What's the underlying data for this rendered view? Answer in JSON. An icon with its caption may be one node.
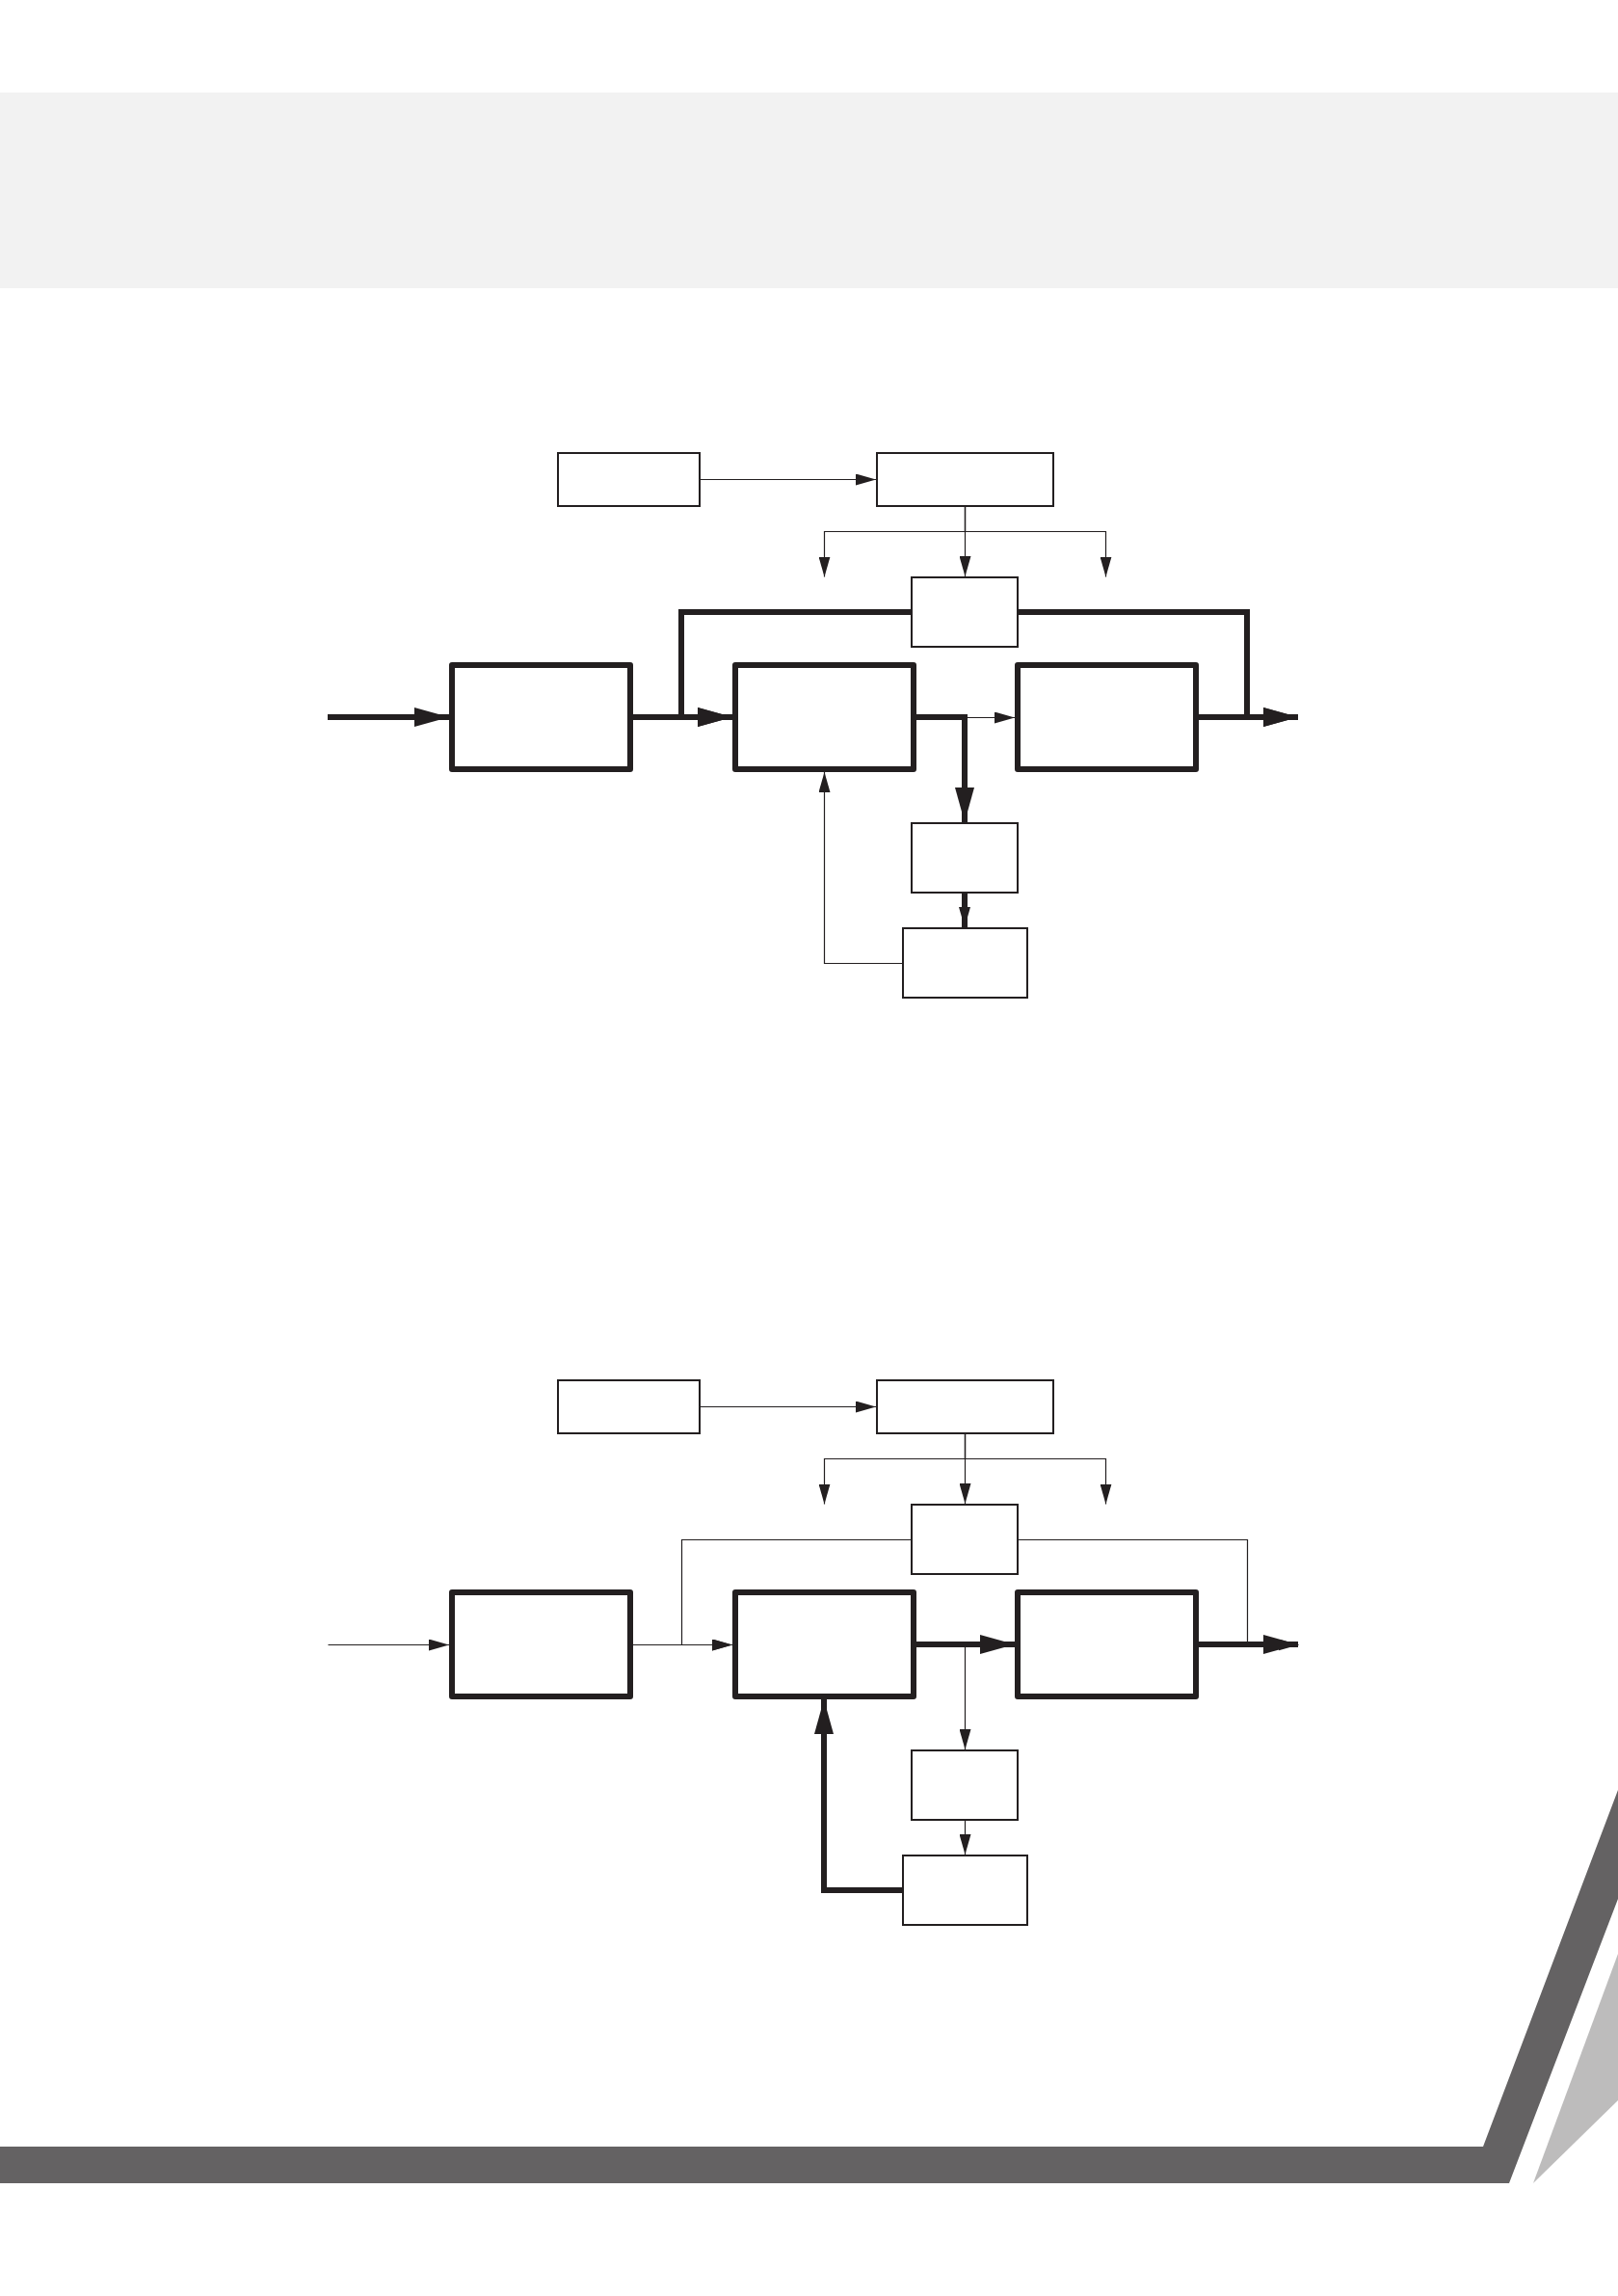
{
  "diagram": {
    "nodes": [
      {
        "text": [],
        "shape": "box"
      },
      {
        "text": [],
        "shape": "box"
      },
      {
        "text": [],
        "shape": "box"
      },
      {
        "text": [],
        "shape": "box"
      },
      {
        "text": [],
        "shape": "box"
      },
      {
        "text": [],
        "shape": "box"
      },
      {
        "text": [],
        "shape": "box"
      },
      {
        "text": [],
        "shape": "box"
      },
      {
        "text": [],
        "shape": "box"
      },
      {
        "text": [],
        "shape": "box"
      },
      {
        "text": [],
        "shape": "box"
      },
      {
        "text": [],
        "shape": "box"
      },
      {
        "text": [],
        "shape": "box"
      },
      {
        "text": [],
        "shape": "box"
      },
      {
        "text": [],
        "shape": "box"
      },
      {
        "text": [],
        "shape": "box"
      }
    ],
    "edges": [
      {
        "from": 0,
        "to": 1,
        "arrow": "to"
      },
      {
        "from": 1,
        "to": null,
        "arrow": "to"
      },
      {
        "from": 1,
        "to": 2,
        "arrow": "to"
      },
      {
        "from": 1,
        "to": null,
        "arrow": "to"
      },
      {
        "from": null,
        "to": 3,
        "arrow": "to",
        "style": "thick"
      },
      {
        "from": 3,
        "to": 4,
        "arrow": "to",
        "style": "thick"
      },
      {
        "from": 2,
        "to": 4,
        "arrow": "to",
        "style": "thick"
      },
      {
        "from": 2,
        "to": null,
        "arrow": "to",
        "style": "thick"
      },
      {
        "from": 4,
        "to": 5,
        "arrow": "to"
      },
      {
        "from": 4,
        "to": 6,
        "arrow": "to",
        "style": "thick"
      },
      {
        "from": 5,
        "to": null,
        "arrow": "to",
        "style": "thick"
      },
      {
        "from": 6,
        "to": 7,
        "arrow": "to",
        "style": "thick"
      },
      {
        "from": 7,
        "to": 4,
        "arrow": "to"
      },
      {
        "from": 8,
        "to": 9,
        "arrow": "to"
      },
      {
        "from": 9,
        "to": null,
        "arrow": "to"
      },
      {
        "from": 9,
        "to": 10,
        "arrow": "to"
      },
      {
        "from": 9,
        "to": null,
        "arrow": "to"
      },
      {
        "from": null,
        "to": 11,
        "arrow": "to"
      },
      {
        "from": 11,
        "to": 12,
        "arrow": "to"
      },
      {
        "from": 10,
        "to": 12,
        "arrow": "to"
      },
      {
        "from": 10,
        "to": null,
        "arrow": "to"
      },
      {
        "from": 12,
        "to": 13,
        "arrow": "to",
        "style": "thick"
      },
      {
        "from": 12,
        "to": 14,
        "arrow": "to"
      },
      {
        "from": 13,
        "to": null,
        "arrow": "to",
        "style": "thick"
      },
      {
        "from": 14,
        "to": 15,
        "arrow": "to"
      },
      {
        "from": 15,
        "to": 12,
        "arrow": "to",
        "style": "thick"
      }
    ]
  }
}
